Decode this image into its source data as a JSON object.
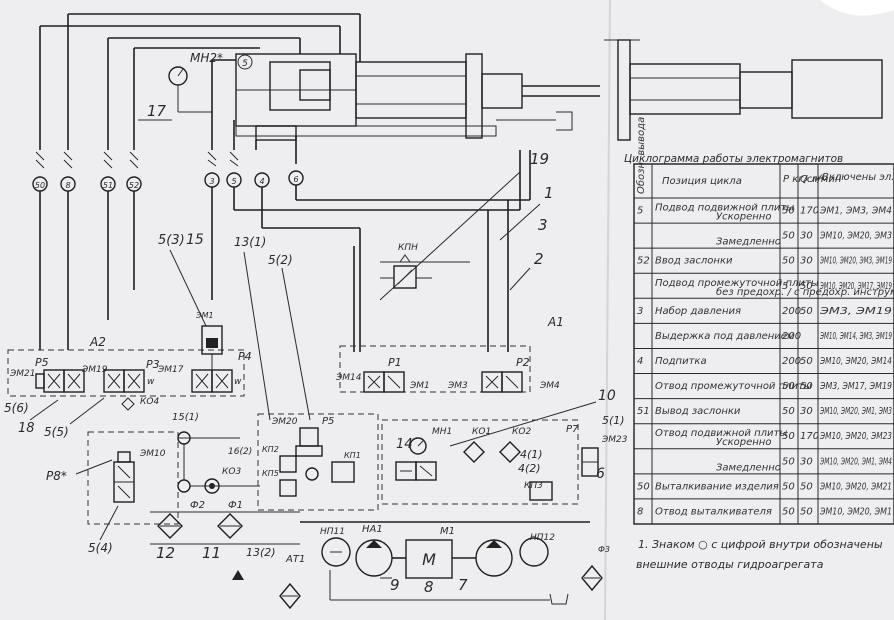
{
  "labels": {
    "mn2": "МН2*",
    "n17": "17",
    "n19": "19",
    "n1": "1",
    "n3": "3",
    "n2": "2",
    "a1": "А1",
    "a2": "А2",
    "n5_3": "5(3)",
    "n15": "15",
    "n13_1": "13(1)",
    "n5_2": "5(2)",
    "em1": "ЭМ1",
    "kpn": "КПН",
    "p5_left": "Р5",
    "em21": "ЭМ21",
    "em19": "ЭМ19",
    "p3": "Р3",
    "em17": "ЭМ17",
    "p4": "Р4",
    "em14": "ЭМ14",
    "p1": "Р1",
    "em1b": "ЭМ1",
    "em3": "ЭМ3",
    "p2": "Р2",
    "em4": "ЭМ4",
    "n5_6": "5(6)",
    "n18": "18",
    "n5_5": "5(5)",
    "ko4": "КО4",
    "n15_1": "15(1)",
    "em20": "ЭМ20",
    "p5_mid": "Р5",
    "kp2": "КП2",
    "kp5": "КП5",
    "kp1": "КП1",
    "n16_2": "16(2)",
    "ko3": "КО3",
    "em10": "ЭМ10",
    "p8": "Р8*",
    "mn1": "МН1",
    "n14": "14",
    "ko1": "КО1",
    "ko2": "КО2",
    "n4_1": "4(1)",
    "n4_2": "4(2)",
    "kp3": "КП3",
    "n10": "10",
    "n5_1": "5(1)",
    "p7": "Р7",
    "em23": "ЭМ23",
    "n6": "6",
    "f2": "Ф2",
    "f1": "Ф1",
    "n5_4": "5(4)",
    "n12": "12",
    "n11": "11",
    "n13_2": "13(2)",
    "at1": "АТ1",
    "np11": "НП11",
    "na1": "НА1",
    "m1": "М1",
    "np12": "НП12",
    "n9": "9",
    "n8": "8",
    "n7": "7",
    "f3": "Ф3",
    "bubble_50": "50",
    "bubble_8": "8",
    "bubble_51": "51",
    "bubble_52": "52",
    "bubble_3": "3",
    "bubble_5": "5",
    "bubble_4": "4",
    "bubble_6": "6",
    "top_5": "5",
    "m_motor": "М",
    "valve_w": "w"
  },
  "table": {
    "title": "Циклограмма работы электромагнитов",
    "headers": {
      "op": "Обозн. вывода",
      "position": "Позиция цикла",
      "p": "P кг/см²",
      "q": "Q л/мин",
      "magnets": "Включены эл. магниты"
    },
    "rows": [
      {
        "op": "5",
        "group": "Подвод подвижной плиты",
        "sub": "Ускоренно",
        "p": "50",
        "q": "170",
        "m": "ЭМ1, ЭМ3, ЭМ4"
      },
      {
        "op": "",
        "group": "",
        "sub": "Замедленно",
        "p": "50",
        "q": "30",
        "m": "ЭМ10, ЭМ20, ЭМ3"
      },
      {
        "op": "52",
        "group": "Ввод заслонки",
        "sub": "",
        "p": "50",
        "q": "30",
        "m": "ЭМ10, ЭМ20, ЭМ3, ЭМ19"
      },
      {
        "op": "",
        "group": "Подвод промежуточной плиты",
        "sub": "без предохр. / с предохр. инструмента",
        "p": "5",
        "q": "50",
        "m": "ЭМ10, ЭМ20, ЭМ17, ЭМ19"
      },
      {
        "op": "3",
        "group": "Набор давления",
        "sub": "",
        "p": "200",
        "q": "50",
        "m": "ЭМ3, ЭМ19"
      },
      {
        "op": "",
        "group": "Выдержка под давлением",
        "sub": "",
        "p": "200",
        "q": "",
        "m": "ЭМ10, ЭМ14, ЭМ3, ЭМ19"
      },
      {
        "op": "4",
        "group": "Подпитка",
        "sub": "",
        "p": "200",
        "q": "50",
        "m": "ЭМ10, ЭМ20, ЭМ14"
      },
      {
        "op": "",
        "group": "Отвод промежуточной плиты",
        "sub": "",
        "p": "50",
        "q": "50",
        "m": "ЭМ3, ЭМ17, ЭМ19"
      },
      {
        "op": "51",
        "group": "Вывод заслонки",
        "sub": "",
        "p": "50",
        "q": "30",
        "m": "ЭМ10, ЭМ20, ЭМ1, ЭМ3"
      },
      {
        "op": "",
        "group": "Отвод подвижной плиты",
        "sub": "Ускоренно",
        "p": "50",
        "q": "170",
        "m": "ЭМ10, ЭМ20, ЭМ23"
      },
      {
        "op": "",
        "group": "",
        "sub": "Замедленно",
        "p": "50",
        "q": "30",
        "m": "ЭМ10, ЭМ20, ЭМ1, ЭМ4"
      },
      {
        "op": "50",
        "group": "Выталкивание изделия",
        "sub": "",
        "p": "50",
        "q": "50",
        "m": "ЭМ10, ЭМ20, ЭМ21"
      },
      {
        "op": "8",
        "group": "Отвод выталкивателя",
        "sub": "",
        "p": "50",
        "q": "50",
        "m": "ЭМ10, ЭМ20, ЭМ1"
      }
    ]
  },
  "footnote": {
    "line1": "1. Знаком ○ с цифрой внутри обозначены",
    "line2": "внешние отводы гидроагрегата"
  }
}
